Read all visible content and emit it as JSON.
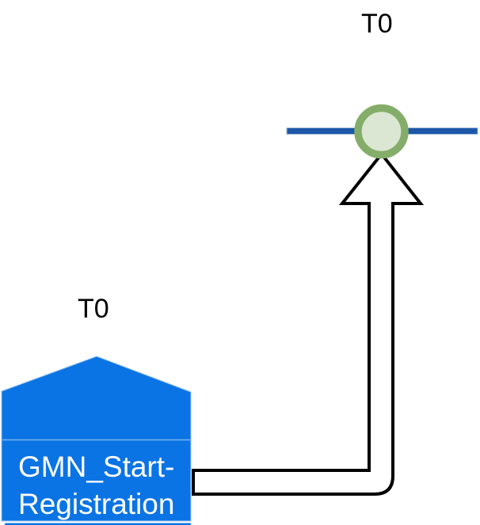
{
  "diagram": {
    "type": "timeline-milestone-diagram",
    "background_color": "#ffffff",
    "timeline": {
      "label": "T0",
      "line_color": "#1d57a8",
      "event_circle": {
        "ring_color": "#85ad6a",
        "fill_color": "#dbe7d2"
      }
    },
    "connector_arrow": {
      "fill_color": "#ffffff",
      "stroke_color": "#000000",
      "direction": "from milestone right side, bend up to timeline event circle"
    },
    "milestone": {
      "label": "T0",
      "name_lines": [
        "GMN_Start-",
        "Registration"
      ],
      "fill_color": "#0b74e4",
      "text_color": "#ffffff"
    },
    "partial_shape_bottom": {
      "fill_color": "#0b74e4"
    }
  }
}
